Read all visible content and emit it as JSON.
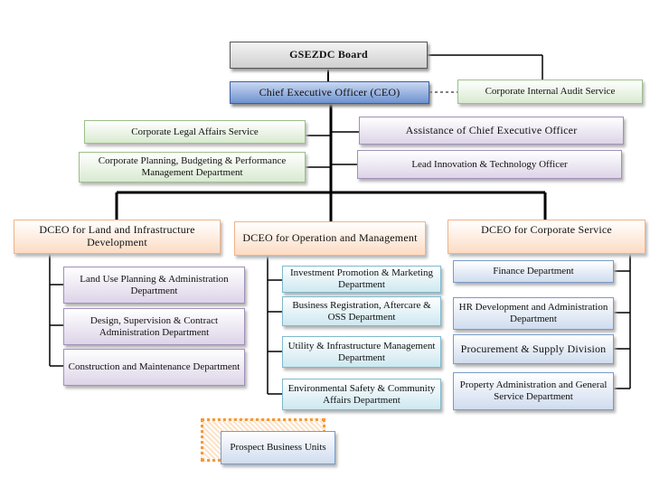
{
  "board": "GSEZDC Board",
  "ceo": "Chief Executive Officer (CEO)",
  "audit": "Corporate Internal Audit Service",
  "legal": "Corporate Legal Affairs Service",
  "assistance": "Assistance of Chief Executive Officer",
  "planning": "Corporate Planning, Budgeting & Performance Management Department",
  "innovation": "Lead Innovation & Technology Officer",
  "dceo_land": {
    "title": "DCEO for Land and Infrastructure Development",
    "departments": [
      "Land Use Planning & Administration Department",
      "Design, Supervision & Contract Administration Department",
      "Construction and Maintenance Department"
    ]
  },
  "dceo_ops": {
    "title": "DCEO for Operation and Management",
    "departments": [
      "Investment Promotion & Marketing Department",
      "Business Registration, Aftercare & OSS Department",
      "Utility & Infrastructure Management Department",
      "Environmental Safety & Community Affairs Department"
    ]
  },
  "dceo_corp": {
    "title": "DCEO for Corporate Service",
    "departments": [
      "Finance Department",
      "HR Development and Administration Department",
      "Procurement & Supply Division",
      "Property Administration  and General Service Department"
    ]
  },
  "prospect": "Prospect Business Units",
  "colors": {
    "line": "#000000",
    "ceo_fill": "#6f92cf",
    "staff_green": "#d9ead0",
    "staff_purple": "#ddd4e8",
    "dceo_orange": "#fcdcc4",
    "ops_cyan": "#cde8f0",
    "corp_blue": "#cfdcef",
    "prospect_dotted": "#f39a3a"
  }
}
